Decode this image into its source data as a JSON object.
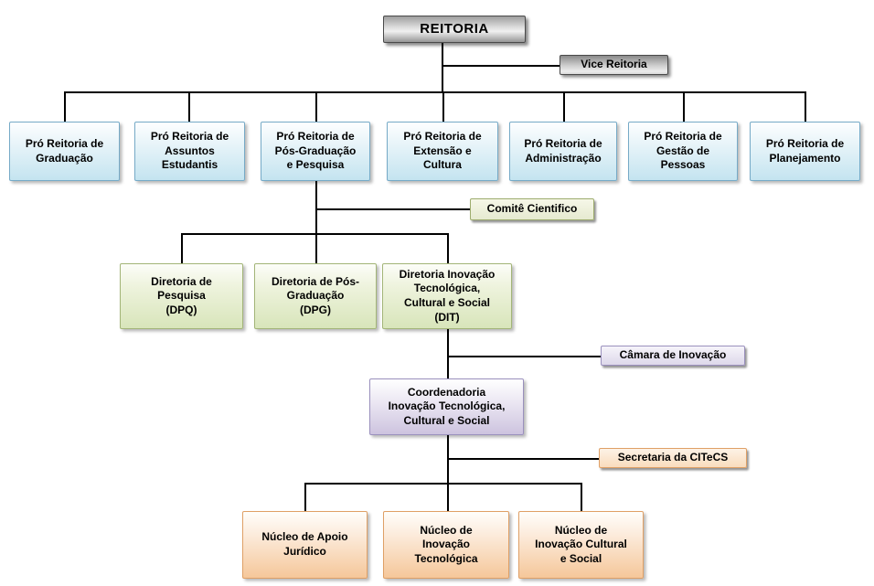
{
  "org_chart": {
    "root": {
      "label": "REITORIA"
    },
    "vice": {
      "label": "Vice Reitoria"
    },
    "pro_reitorias": [
      {
        "label": "Pró Reitoria de\nGraduação"
      },
      {
        "label": "Pró Reitoria de\nAssuntos\nEstudantis"
      },
      {
        "label": "Pró Reitoria de\nPós-Graduação\ne Pesquisa"
      },
      {
        "label": "Pró Reitoria de\nExtensão e\nCultura"
      },
      {
        "label": "Pró Reitoria de\nAdministração"
      },
      {
        "label": "Pró Reitoria de\nGestão de\nPessoas"
      },
      {
        "label": "Pró Reitoria de\nPlanejamento"
      }
    ],
    "comite": {
      "label": "Comitê Cientifico"
    },
    "diretorias": [
      {
        "label": "Diretoria de\nPesquisa\n(DPQ)"
      },
      {
        "label": "Diretoria de Pós-\nGraduação\n(DPG)"
      },
      {
        "label": "Diretoria Inovação\nTecnológica,\nCultural e Social\n(DIT)"
      }
    ],
    "camara": {
      "label": "Câmara de Inovação"
    },
    "coordenadoria": {
      "label": "Coordenadoria\nInovação Tecnológica,\nCultural e Social"
    },
    "secretaria": {
      "label": "Secretaria da CITeCS"
    },
    "nucleos": [
      {
        "label": "Núcleo de Apoio\nJurídico"
      },
      {
        "label": "Núcleo de\nInovação\nTecnológica"
      },
      {
        "label": "Núcleo de\nInovação Cultural\ne Social"
      }
    ],
    "palette": {
      "reitoria_gray": "#bfbfbf",
      "pro_reitoria_blue": "#c4e4f0",
      "diretoria_green": "#d8e5ba",
      "coordenadoria_purple": "#cdc3df",
      "nucleo_orange": "#f5c79a",
      "comite_tag_green": "#e6ead0",
      "camara_tag_purple": "#ddd8ea",
      "secretaria_tag_orange": "#f9dcbd",
      "connector_black": "#000000"
    }
  }
}
